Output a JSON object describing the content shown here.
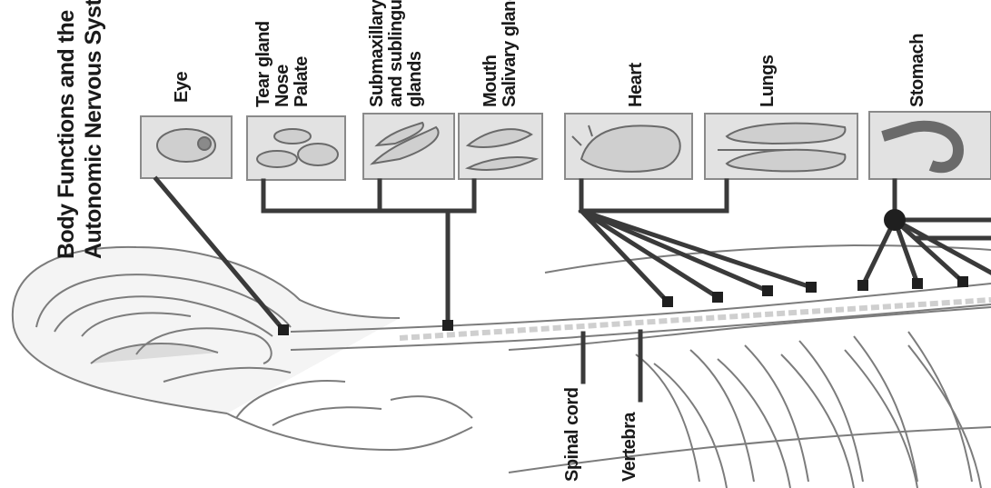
{
  "title": {
    "line1": "Body Functions and the",
    "line2": "Autonomic Nervous System"
  },
  "organs": {
    "eye": "Eye",
    "tear_gland": "Tear gland",
    "nose": "Nose",
    "palate": "Palate",
    "submaxillary_line1": "Submaxillary",
    "submaxillary_line2": "and sublingual",
    "submaxillary_line3": "glands",
    "mouth": "Mouth",
    "salivary_gland": "Salivary gland",
    "heart": "Heart",
    "lungs": "Lungs",
    "stomach": "Stomach"
  },
  "anatomy": {
    "spinal_cord": "Spinal cord",
    "vertebra": "Vertebra"
  },
  "colors": {
    "line": "#3a3a3a",
    "panel_fill": "#e2e2e2",
    "panel_stroke": "#8a8a8a",
    "sketch": "#7c7c7c"
  }
}
